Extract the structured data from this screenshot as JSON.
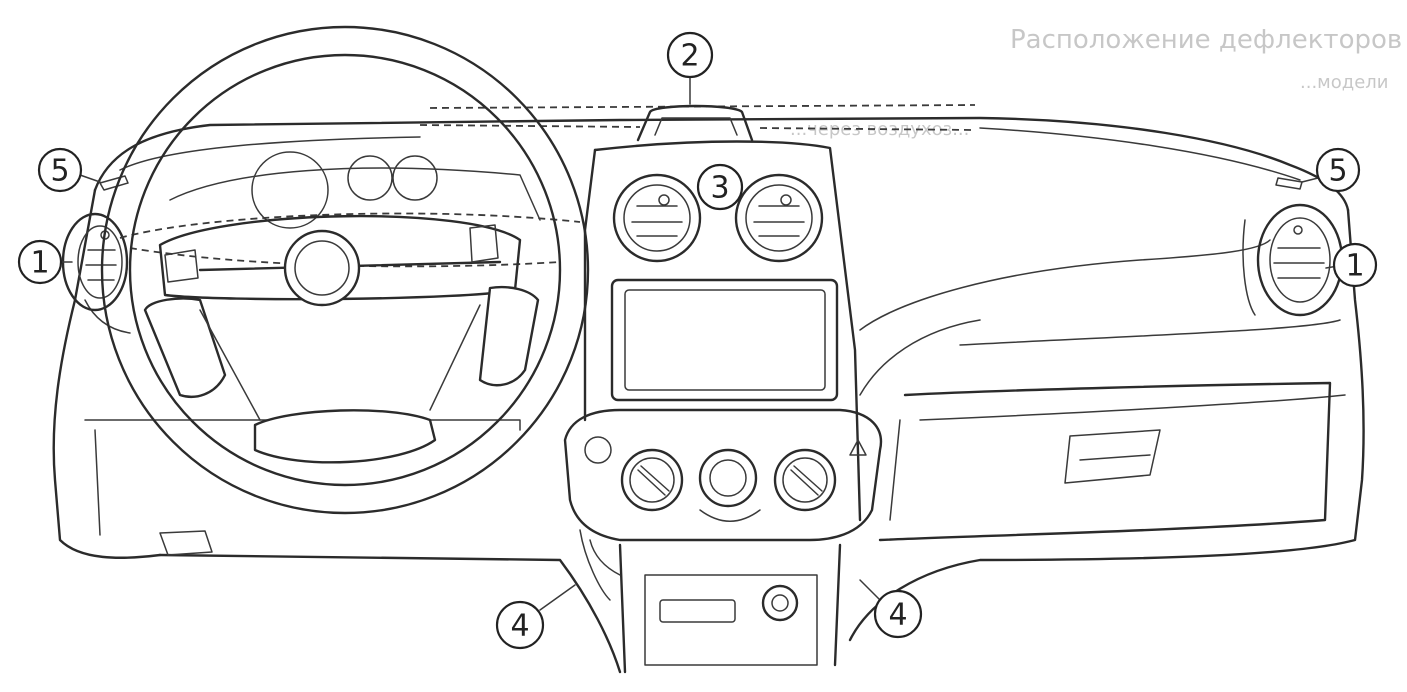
{
  "figure": {
    "bleed_through_text": [
      "Расположение дефлекторов",
      "...модели",
      "...через воздухоз..."
    ],
    "callouts": [
      {
        "id": "callout-1-left",
        "label": "1"
      },
      {
        "id": "callout-1-right",
        "label": "1"
      },
      {
        "id": "callout-2",
        "label": "2"
      },
      {
        "id": "callout-3",
        "label": "3"
      },
      {
        "id": "callout-4-left",
        "label": "4"
      },
      {
        "id": "callout-4-right",
        "label": "4"
      },
      {
        "id": "callout-5-left",
        "label": "5"
      },
      {
        "id": "callout-5-right",
        "label": "5"
      }
    ]
  }
}
